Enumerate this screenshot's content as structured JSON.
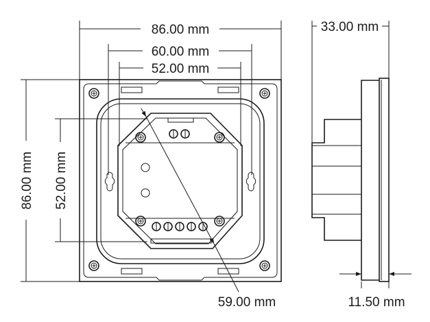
{
  "front_view": {
    "width_overall": "86.00 mm",
    "mount_spacing": "60.00 mm",
    "box_width": "52.00 mm",
    "height_overall": "86.00 mm",
    "box_height": "52.00 mm",
    "box_diagonal": "59.00 mm"
  },
  "side_view": {
    "depth_overall": "33.00 mm",
    "panel_thickness": "11.50 mm"
  },
  "colors": {
    "line": "#1a1a1a",
    "background": "#ffffff"
  }
}
